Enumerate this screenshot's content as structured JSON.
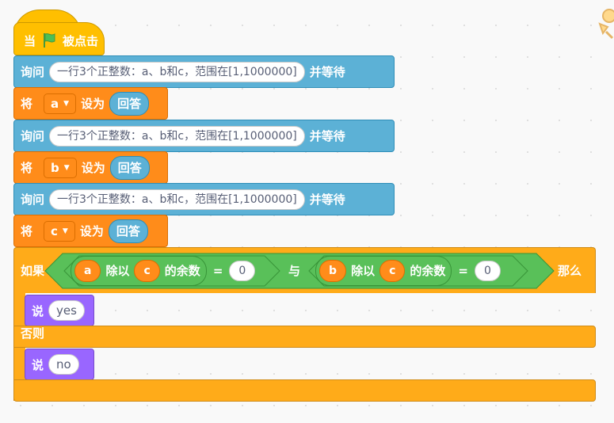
{
  "script": {
    "hat": {
      "label_before": "当",
      "flag_icon": "green-flag-icon",
      "label_after": "被点击"
    },
    "ask_blocks": [
      {
        "label": "询问",
        "question": "一行3个正整数：a、b和c，范围在[1,1000000]",
        "wait_label": "并等待"
      },
      {
        "label": "询问",
        "question": "一行3个正整数：a、b和c，范围在[1,1000000]",
        "wait_label": "并等待"
      },
      {
        "label": "询问",
        "question": "一行3个正整数：a、b和c，范围在[1,1000000]",
        "wait_label": "并等待"
      }
    ],
    "set_blocks": [
      {
        "label": "将",
        "variable": "a",
        "to_label": "设为",
        "value": "回答"
      },
      {
        "label": "将",
        "variable": "b",
        "to_label": "设为",
        "value": "回答"
      },
      {
        "label": "将",
        "variable": "c",
        "to_label": "设为",
        "value": "回答"
      }
    ],
    "if_else": {
      "if_label": "如果",
      "then_label": "那么",
      "else_label": "否则",
      "and_label": "与",
      "left_condition": {
        "dividend": "a",
        "mod_label": "除以",
        "divisor": "c",
        "remainder_label": "的余数",
        "equals": "=",
        "compare_value": "0"
      },
      "right_condition": {
        "dividend": "b",
        "mod_label": "除以",
        "divisor": "c",
        "remainder_label": "的余数",
        "equals": "=",
        "compare_value": "0"
      },
      "then_say": {
        "label": "说",
        "message": "yes"
      },
      "else_say": {
        "label": "说",
        "message": "no"
      }
    }
  },
  "colors": {
    "events": "#ffbf00",
    "sensing": "#5cb1d6",
    "variables": "#ff8c1a",
    "control": "#ffab19",
    "operators": "#59c059",
    "looks": "#9966ff",
    "flag": "#4cbf56"
  }
}
